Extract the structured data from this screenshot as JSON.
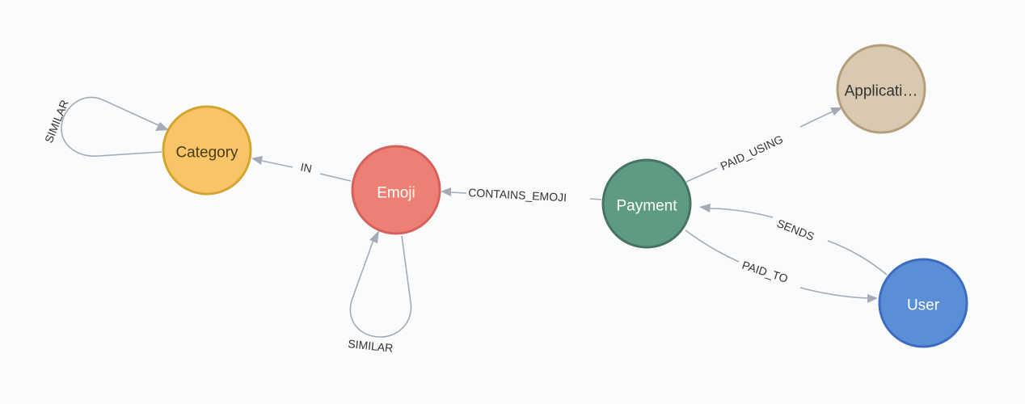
{
  "nodes": {
    "category": {
      "label": "Category",
      "fill": "#f7c568",
      "stroke": "#d4a42f",
      "text_color": "#4a3a1a"
    },
    "emoji": {
      "label": "Emoji",
      "fill": "#ed7f75",
      "stroke": "#d6605a",
      "text_color": "#ffffff"
    },
    "payment": {
      "label": "Payment",
      "fill": "#5f9a82",
      "stroke": "#477363",
      "text_color": "#ffffff"
    },
    "application": {
      "label": "Applicati…",
      "fill": "#d8c9b0",
      "stroke": "#b59e78",
      "text_color": "#333333"
    },
    "user": {
      "label": "User",
      "fill": "#5a8ed6",
      "stroke": "#3c6cbf",
      "text_color": "#ffffff"
    }
  },
  "relationships": {
    "category_similar": {
      "label": "SIMILAR",
      "from": "Category",
      "to": "Category"
    },
    "emoji_in": {
      "label": "IN",
      "from": "Emoji",
      "to": "Category"
    },
    "emoji_similar": {
      "label": "SIMILAR",
      "from": "Emoji",
      "to": "Emoji"
    },
    "payment_contains_emoji": {
      "label": "CONTAINS_EMOJI",
      "from": "Payment",
      "to": "Emoji"
    },
    "payment_paid_using": {
      "label": "PAID_USING",
      "from": "Payment",
      "to": "Applicati…"
    },
    "user_sends": {
      "label": "SENDS",
      "from": "User",
      "to": "Payment"
    },
    "payment_paid_to": {
      "label": "PAID_TO",
      "from": "Payment",
      "to": "User"
    }
  },
  "colors": {
    "relationship": "#a5abb6",
    "background": "#f9fbfd"
  }
}
